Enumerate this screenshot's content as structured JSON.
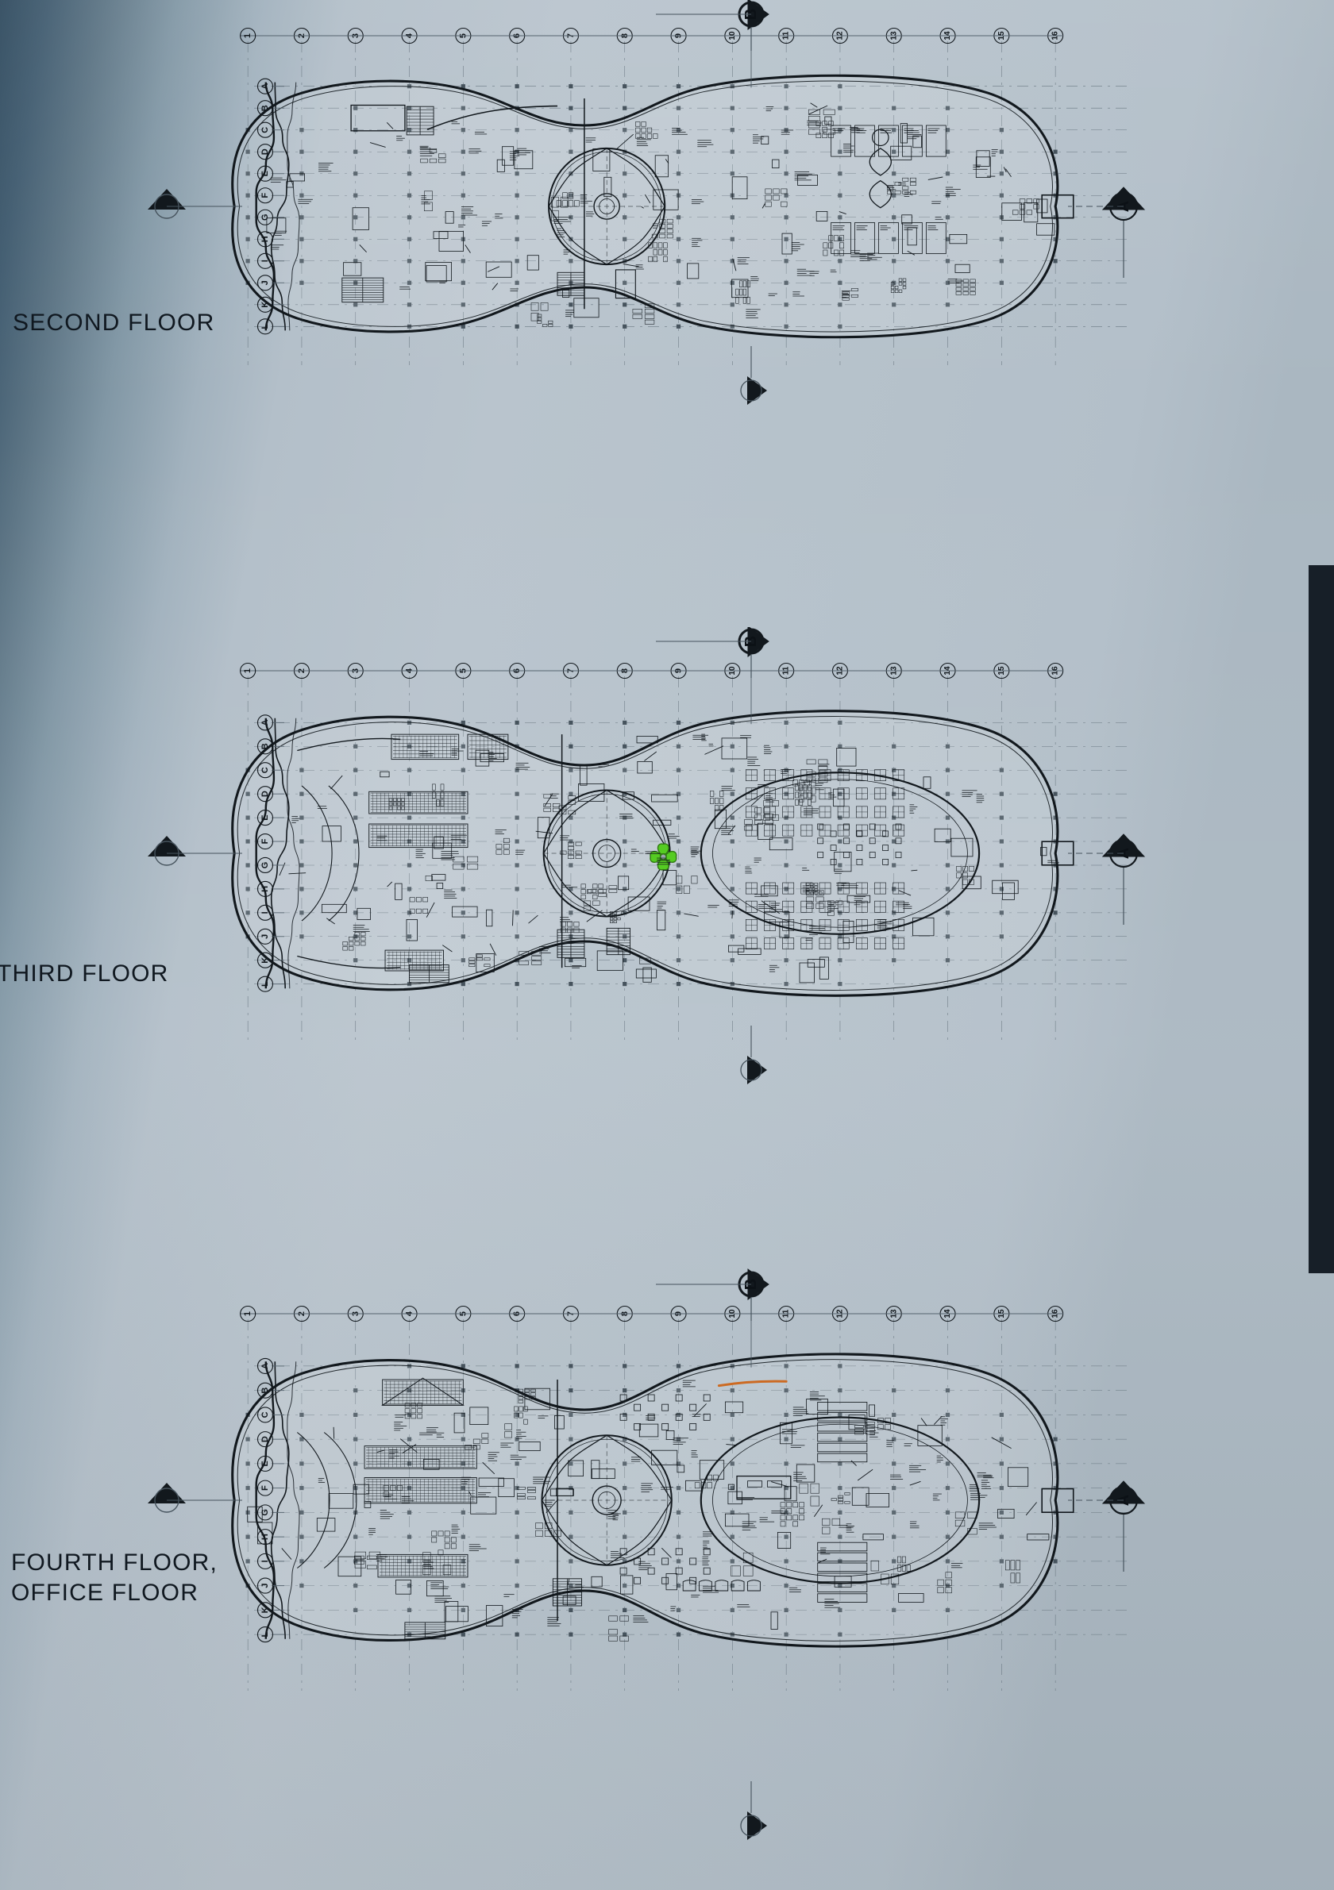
{
  "board": {
    "title_labels": [
      {
        "id": "second",
        "text": "SECOND FLOOR"
      },
      {
        "id": "third",
        "text": "THIRD  FLOOR"
      },
      {
        "id": "fourth",
        "text": "FOURTH FLOOR,\nOFFICE FLOOR"
      }
    ],
    "background_colors": {
      "gradient_dark": "#2f4a5e",
      "gradient_light": "#b9c4cd",
      "right_panel": "#171f28",
      "ink": "#12181d",
      "plant_green": "#55cc22",
      "plant_green_dark": "#2f7a12",
      "accent_orange": "#cc6a22"
    }
  },
  "grid": {
    "column_bubbles": [
      "16",
      "15",
      "14",
      "13",
      "12",
      "11",
      "10",
      "9",
      "8",
      "7",
      "6",
      "5",
      "4",
      "3",
      "2",
      "1"
    ],
    "row_bubbles": [
      "A",
      "B",
      "C",
      "D",
      "E",
      "F",
      "G",
      "H",
      "I",
      "J",
      "K",
      "L"
    ]
  },
  "markers": {
    "section_a": "A",
    "section_b": "B",
    "elevation_arrow": "1"
  },
  "plans": [
    {
      "id": "second-floor",
      "name": "SECOND FLOOR",
      "has_green_symbol": false,
      "has_orange_accent": false
    },
    {
      "id": "third-floor",
      "name": "THIRD  FLOOR",
      "has_green_symbol": true,
      "has_orange_accent": false
    },
    {
      "id": "fourth-floor",
      "name": "FOURTH FLOOR, OFFICE FLOOR",
      "has_green_symbol": false,
      "has_orange_accent": true
    }
  ]
}
